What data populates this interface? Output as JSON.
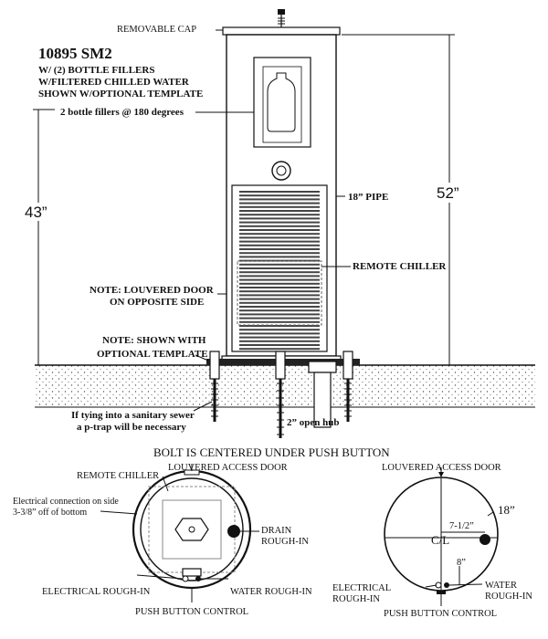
{
  "header": {
    "model": "10895 SM2",
    "line1": "W/ (2) BOTTLE FILLERS",
    "line2": "W/FILTERED CHILLED WATER",
    "line3": "SHOWN W/OPTIONAL TEMPLATE"
  },
  "elevation": {
    "removable_cap": "REMOVABLE CAP",
    "bottle_fillers": "2 bottle fillers @ 180 degrees",
    "pipe": "18”  PIPE",
    "remote_chiller": "REMOTE CHILLER",
    "note_louvered_1": "NOTE: LOUVERED DOOR",
    "note_louvered_2": "ON OPPOSITE SIDE",
    "note_template_1": "NOTE:  SHOWN WITH",
    "note_template_2": "OPTIONAL TEMPLATE",
    "sewer_1": "If tying into a sanitary sewer",
    "sewer_2": "a p-trap will be necessary",
    "open_hub": "2” open hub",
    "dim_43": "43”",
    "dim_52": "52”"
  },
  "plan_title": "BOLT IS CENTERED UNDER PUSH BUTTON",
  "plan_left": {
    "remote_chiller": "REMOTE CHILLER",
    "louvered_access_door": "LOUVERED ACCESS DOOR",
    "electrical_side_1": "Electrical connection on side",
    "electrical_side_2": "3-3/8” off of bottom",
    "drain_1": "DRAIN",
    "drain_2": "ROUGH-IN",
    "electrical_rough_in": "ELECTRICAL ROUGH-IN",
    "water_rough_in": "WATER ROUGH-IN",
    "push_button_control": "PUSH BUTTON CONTROL"
  },
  "plan_right": {
    "louvered_access_door": "LOUVERED ACCESS DOOR",
    "dim_18": "18”",
    "dim_7_5": "7-1/2”",
    "centerline": "C/L",
    "dim_8": "8”",
    "electrical_1": "ELECTRICAL",
    "electrical_2": "ROUGH-IN",
    "water_1": "WATER",
    "water_2": "ROUGH-IN",
    "push_button_control": "PUSH BUTTON CONTROL"
  }
}
